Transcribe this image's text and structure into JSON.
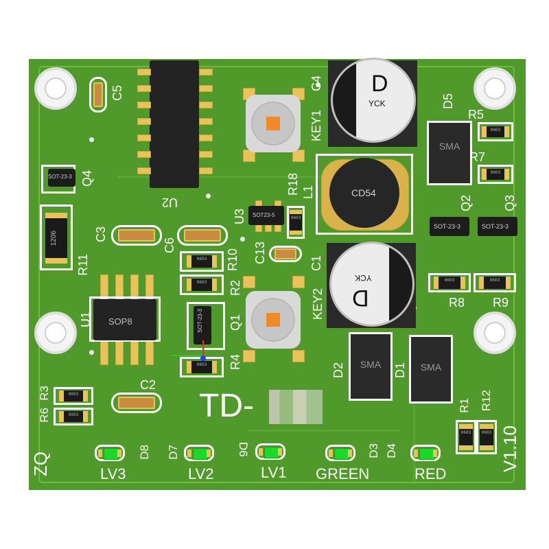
{
  "board": {
    "silkscreen": {
      "C5": "C5",
      "Q4": "Q4",
      "SOT23_Q4": "SOT-23-3",
      "R1206": "1206",
      "R11": "R11",
      "U2": "U2",
      "C3": "C3",
      "C6": "C6",
      "R10": "R10",
      "R2": "R2",
      "U1": "U1",
      "SOP8": "SOP8",
      "SOT23_Q1": "SOT-23-3",
      "Q1": "Q1",
      "R4": "R4",
      "C2": "C2",
      "R3": "R3",
      "R6": "R6",
      "C4": "C4",
      "KEY1": "KEY1",
      "KEY2": "KEY2",
      "U3": "U3",
      "SOT23_5": "SOT23-5",
      "R18": "R18",
      "L1": "L1",
      "C13": "C13",
      "C1": "C1",
      "CD54": "CD54",
      "D_top": "D",
      "YCK_top": "YCK",
      "D_bot": "D",
      "YCK_bot": "YCK",
      "D5": "D5",
      "R5": "R5",
      "R7": "R7",
      "SMA_D5": "SMA",
      "Q2": "Q2",
      "Q3": "Q3",
      "SOT23_Q2": "SOT-23-3",
      "SOT23_Q3": "SOT-23-3",
      "R8": "R8",
      "R9": "R9",
      "D2": "D2",
      "D1": "D1",
      "SMA_D2": "SMA",
      "SMA_D1": "SMA",
      "R1": "R1",
      "R12": "R12",
      "V110": "V1.10",
      "ZQ": "ZQ",
      "TD": "TD-",
      "D8": "D8",
      "D7": "D7",
      "D6": "D6",
      "D3": "D3",
      "D4": "D4",
      "LV3": "LV3",
      "LV2": "LV2",
      "LV1": "LV1",
      "GREEN": "GREEN",
      "RED": "RED"
    },
    "resistor_codes": {
      "R5": "0603",
      "R7": "0603",
      "R8": "0603",
      "R9": "0603",
      "R10": "0603",
      "R2": "0603",
      "R4": "0603",
      "R3": "0603",
      "R6": "0603",
      "R18": "0603",
      "R1": "0603",
      "R12": "0603"
    },
    "colors": {
      "board": "#4f9a2a",
      "silkscreen": "#ffffff",
      "led": "#19d92a",
      "pad": "#e7c35a",
      "key_button": "#f08a27"
    }
  }
}
